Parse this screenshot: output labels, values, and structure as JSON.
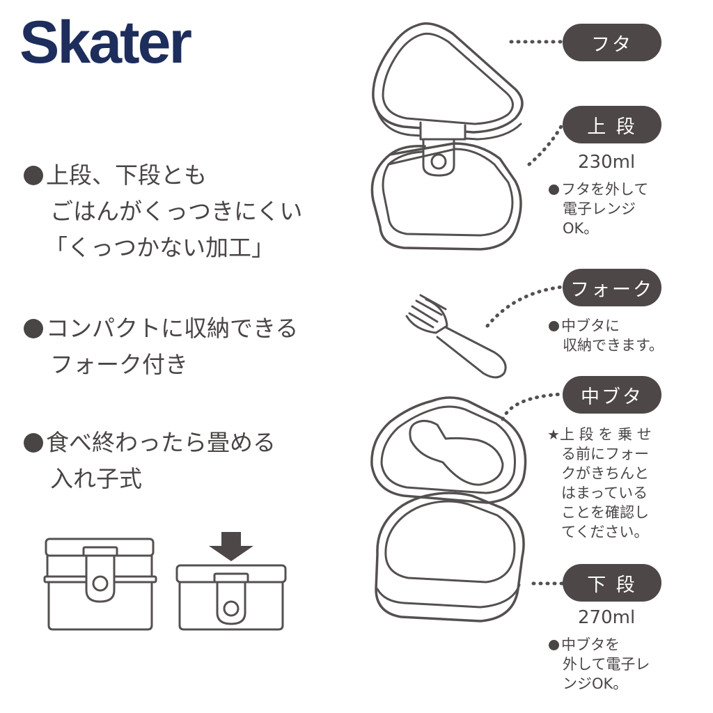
{
  "brand": {
    "logo_text": "Skater"
  },
  "features": [
    {
      "lines": [
        "上段、下段とも",
        "ごはんがくっつきにくい",
        "「くっつかない加工」"
      ]
    },
    {
      "lines": [
        "コンパクトに収納できる",
        "フォーク付き"
      ]
    },
    {
      "lines": [
        "食べ終わったら畳める",
        "入れ子式"
      ]
    }
  ],
  "parts": {
    "lid": {
      "label": "フタ"
    },
    "upper": {
      "label": "上 段",
      "volume": "230ml",
      "note": [
        "フタを外して",
        "電子レンジ",
        "OK。"
      ]
    },
    "fork": {
      "label": "フォーク",
      "note": [
        "中ブタに",
        "収納できます。"
      ]
    },
    "inner_lid": {
      "label": "中ブタ",
      "note": [
        "上 段 を 乗 せ",
        "る前にフォー",
        "クがきちんと",
        "はまっている",
        "ことを確認し",
        "てください。"
      ]
    },
    "lower": {
      "label": "下 段",
      "volume": "270ml",
      "note": [
        "中ブタを",
        "外して電子レ",
        "ンジOK。"
      ]
    }
  },
  "icons": {
    "bullet": "bullet-dot-icon",
    "arrow": "down-arrow-icon",
    "star": "star-icon"
  },
  "colors": {
    "brand": "#1d2d5c",
    "text": "#4a4545",
    "pill": "#4d4747",
    "line": "#555050"
  }
}
